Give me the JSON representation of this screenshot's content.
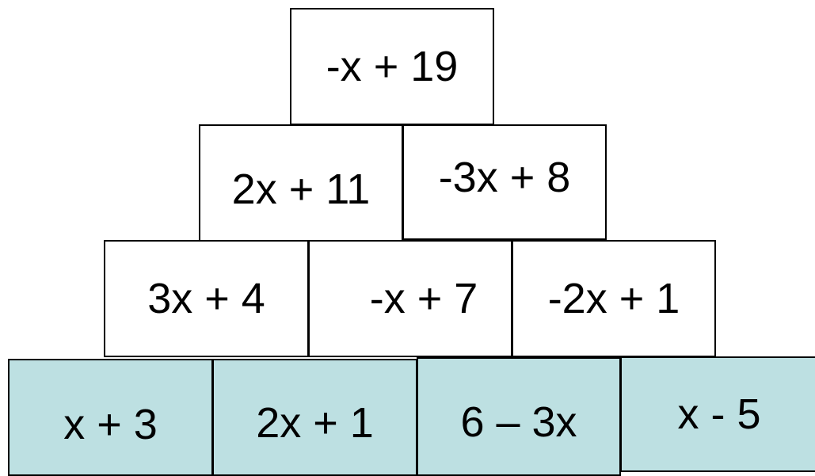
{
  "pyramid": {
    "row1": [
      "-x + 19"
    ],
    "row2": [
      "2x + 11",
      "-3x + 8"
    ],
    "row3": [
      "3x + 4",
      "-x + 7",
      "-2x + 1"
    ],
    "row4": [
      "x + 3",
      "2x + 1",
      "6 – 3x",
      "x - 5"
    ]
  },
  "colors": {
    "base_fill": "#bde0e2",
    "brick_fill": "#ffffff",
    "border": "#000000"
  }
}
